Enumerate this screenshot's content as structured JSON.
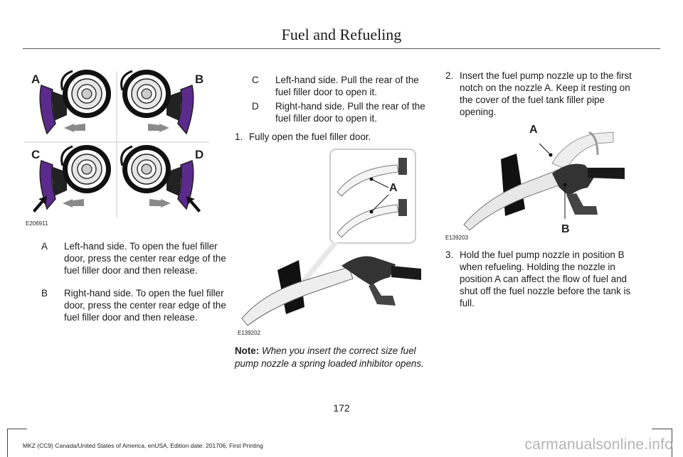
{
  "header": {
    "title": "Fuel and Refueling"
  },
  "figure1": {
    "code": "E206911",
    "labels": [
      "A",
      "B",
      "C",
      "D"
    ],
    "colors": {
      "door": "#5a2a8c",
      "arrow": "#8a8a8a",
      "pointer": "#111111"
    }
  },
  "legend_left": [
    {
      "key": "A",
      "text": "Left-hand side. To open the fuel filler door, press the center rear edge of the fuel filler door and then release."
    },
    {
      "key": "B",
      "text": "Right-hand side. To open the fuel filler door, press the center rear edge of the fuel filler door and then release."
    }
  ],
  "legend_mid": [
    {
      "key": "C",
      "text": "Left-hand side. Pull the rear of the fuel filler door to open it."
    },
    {
      "key": "D",
      "text": "Right-hand side. Pull the rear of the fuel filler door to open it."
    }
  ],
  "steps": [
    {
      "num": "1.",
      "text": "Fully open the fuel filler door."
    },
    {
      "num": "2.",
      "text": "Insert the fuel pump nozzle up to the first notch on the nozzle A.  Keep it resting on the cover of the fuel tank filler pipe opening."
    },
    {
      "num": "3.",
      "text": "Hold the fuel pump nozzle in position B when refueling.  Holding the nozzle in position A can affect the flow of fuel and shut off the fuel nozzle before the tank is full."
    }
  ],
  "figure2": {
    "code": "E139202",
    "label": "A"
  },
  "figure3": {
    "code": "E139203",
    "labels": [
      "A",
      "B"
    ]
  },
  "note": {
    "label": "Note:",
    "text": "When you insert the correct size fuel pump nozzle a spring loaded inhibitor opens."
  },
  "page_number": "172",
  "footer": "MKZ (CC9) Canada/United States of America, enUSA, Edition date: 201706, First Printing",
  "watermark": "carmanualsonline.info"
}
